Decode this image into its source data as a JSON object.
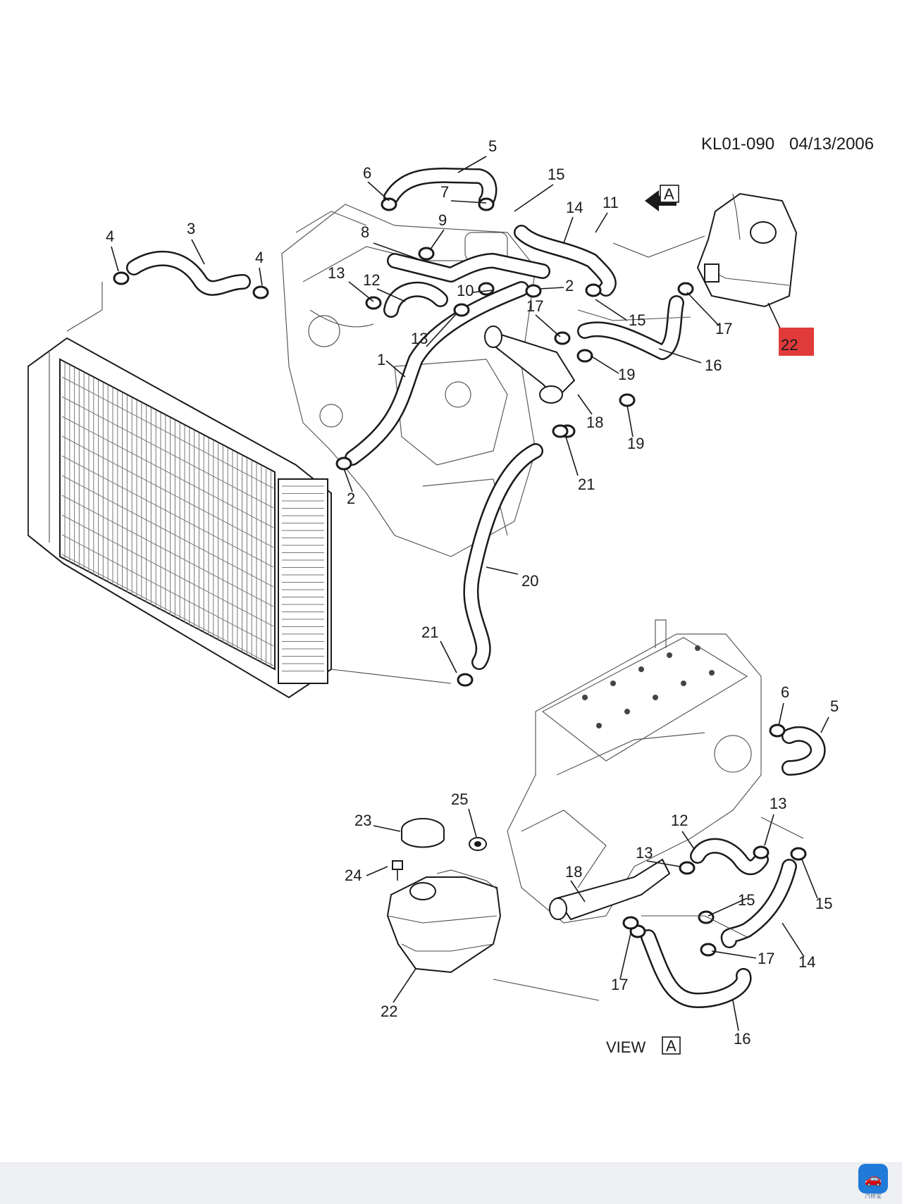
{
  "header": {
    "code": "KL01-090",
    "date": "04/13/2006"
  },
  "view_arrow_label": "A",
  "view_caption": {
    "word": "VIEW",
    "letter": "A"
  },
  "callouts": [
    "1",
    "2",
    "2",
    "3",
    "4",
    "4",
    "5",
    "5",
    "6",
    "6",
    "7",
    "8",
    "9",
    "10",
    "11",
    "12",
    "12",
    "13",
    "13",
    "13",
    "13",
    "14",
    "14",
    "15",
    "15",
    "15",
    "15",
    "16",
    "16",
    "17",
    "17",
    "17",
    "17",
    "18",
    "18",
    "19",
    "19",
    "20",
    "21",
    "21",
    "22",
    "22",
    "23",
    "24",
    "25"
  ],
  "highlight_color": "#e03a3a",
  "footer": {
    "logo_icon": "car-icon",
    "logo_text": "汽修宝"
  }
}
